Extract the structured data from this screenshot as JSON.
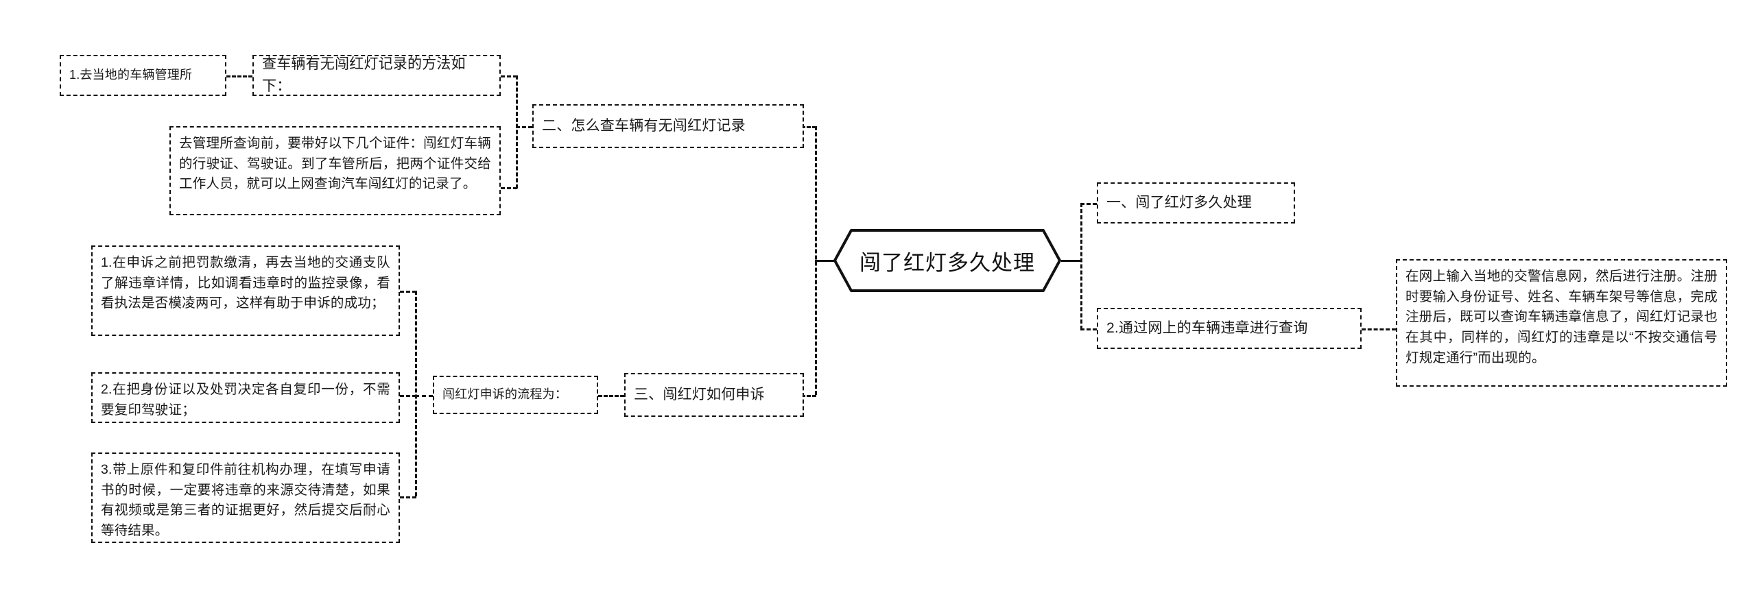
{
  "root": {
    "label": "闯了红灯多久处理",
    "shape": "hexagon"
  },
  "branches": {
    "right": [
      {
        "id": "sec1",
        "label": "一、闯了红灯多久处理"
      },
      {
        "id": "online-query",
        "label": "2.通过网上的车辆违章进行查询",
        "detail": "在网上输入当地的交警信息网，然后进行注册。注册时要输入身份证号、姓名、车辆车架号等信息，完成注册后，既可以查询车辆违章信息了，闯红灯记录也在其中，同样的，闯红灯的违章是以“不按交通信号灯规定通行”而出现的。"
      }
    ],
    "left": [
      {
        "id": "sec2",
        "label": "二、怎么查车辆有无闯红灯记录",
        "children": [
          {
            "id": "vehicle-admin-office",
            "label": "1.去当地的车辆管理所",
            "parent_label": "查车辆有无闯红灯记录的方法如下："
          },
          {
            "id": "office-detail",
            "label": "去管理所查询前，要带好以下几个证件：闯红灯车辆的行驶证、驾驶证。到了车管所后，把两个证件交给工作人员，就可以上网查询汽车闯红灯的记录了。"
          }
        ]
      },
      {
        "id": "sec3",
        "label": "三、闯红灯如何申诉",
        "intro": "闯红灯申诉的流程为：",
        "steps": [
          "1.在申诉之前把罚款缴清，再去当地的交通支队了解违章详情，比如调看违章时的监控录像，看看执法是否模凌两可，这样有助于申诉的成功；",
          "2.在把身份证以及处罚决定各自复印一份，不需要复印驾驶证；",
          "3.带上原件和复印件前往机构办理，在填写申请书的时候，一定要将违章的来源交待清楚，如果有视频或是第三者的证据更好，然后提交后耐心等待结果。"
        ]
      }
    ]
  },
  "style": {
    "line_color": "#111111",
    "node_border": "#111111",
    "background": "#ffffff",
    "text_color": "#1a1a1a"
  }
}
